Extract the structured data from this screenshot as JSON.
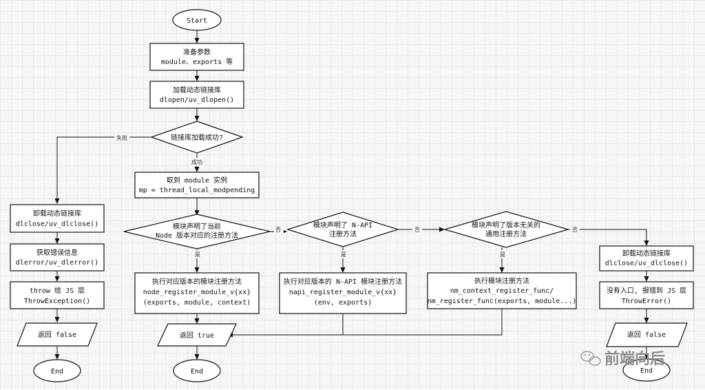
{
  "nodes": {
    "start": "Start",
    "prepare": [
      "准备参数",
      "module、exports 等"
    ],
    "load_lib": [
      "加载动态链接库",
      "dlopen/uv_dlopen()"
    ],
    "check_load": "链接库加载成功?",
    "fail_label": "失败",
    "success_label": "成功",
    "get_module": [
      "取到 module 实例",
      "mp = thread_local_modpending"
    ],
    "unload_left": [
      "卸载动态链接库",
      "dlclose/uv_dlclose()"
    ],
    "get_error": [
      "获取错误信息",
      "dlerror/uv_dlerror()"
    ],
    "throw_left": [
      "throw 给 JS 层",
      "ThrowException()"
    ],
    "return_false_left": "返回 false",
    "end_left": "End",
    "decision_node": [
      "模块声明了当前",
      "Node 版本对应的注册方法"
    ],
    "decision_napi": [
      "模块声明了 N-API",
      "注册方法"
    ],
    "decision_generic": [
      "模块声明了版本无关的",
      "通用注册方法"
    ],
    "yes_label": "是",
    "no_label": "否",
    "exec_node": [
      "执行对应版本的模块注册方法",
      "node_register_module_v{xx}",
      "(exports, module, context)"
    ],
    "exec_napi": [
      "执行对应版本的 N-API 模块注册方法",
      "napi_register_module_v{xx}",
      "(env, exports)"
    ],
    "exec_generic": [
      "执行模块注册方法",
      "nm_context_register_func/",
      "nm_register_func(exports, module...)"
    ],
    "return_true": "返回 true",
    "end_middle": "End",
    "unload_right": [
      "卸载动态链接库",
      "dlclose/uv_dlclose()"
    ],
    "throw_right": [
      "没有入口, 报错到 JS 层",
      "ThrowError()"
    ],
    "return_false_right": "返回 false",
    "end_right": "End"
  },
  "watermark": "前端向后",
  "watermark_icon": "wechat-icon"
}
